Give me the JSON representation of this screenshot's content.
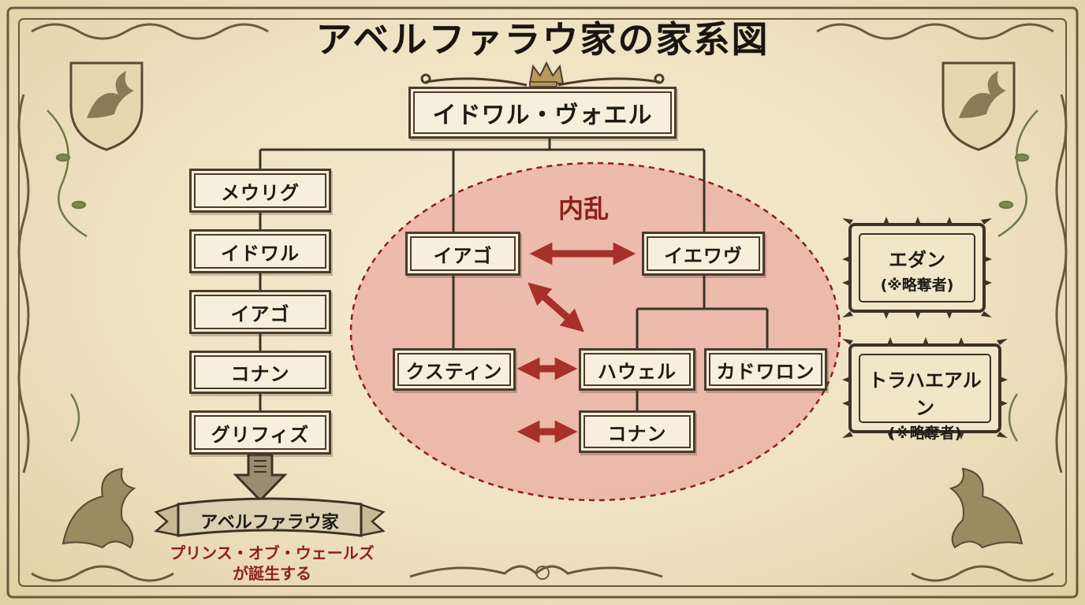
{
  "title": "アベルファラウ家の家系図",
  "root": "イドワル・ヴォエル",
  "left_line": [
    "メウリグ",
    "イドワル",
    "イアゴ",
    "コナン",
    "グリフィズ"
  ],
  "house_banner": "アベルファラウ家",
  "house_note_line1": "プリンス・オブ・ウェールズ",
  "house_note_line2": "が誕生する",
  "civil_war_label": "内乱",
  "center_nodes": {
    "iago": "イアゴ",
    "ieuaf": "イエワヴ",
    "cystennin": "クスティン",
    "hywel": "ハウェル",
    "cadwallon": "カドワロン",
    "conan": "コナン"
  },
  "usurpers": [
    {
      "name": "エダン",
      "note": "(※略奪者)"
    },
    {
      "name": "トラハエアルン",
      "note": "(※略奪者)"
    }
  ],
  "colors": {
    "ink": "#4a3b2a",
    "red": "#a8302a",
    "conflict_fill": "#e9a9a0",
    "parchment": "#f6ecd3"
  }
}
